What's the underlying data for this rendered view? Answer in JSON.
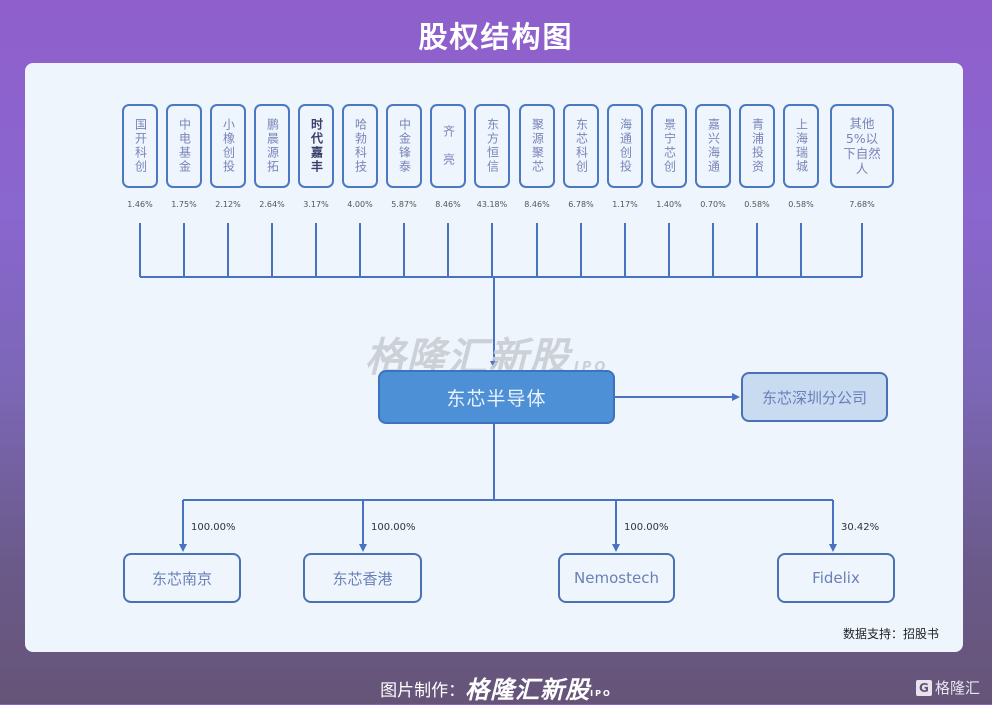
{
  "title": "股权结构图",
  "shareholders": [
    {
      "name": "国开科创",
      "pct": "1.46%"
    },
    {
      "name": "中电基金",
      "pct": "1.75%"
    },
    {
      "name": "小橡创投",
      "pct": "2.12%"
    },
    {
      "name": "鹏晨源拓",
      "pct": "2.64%"
    },
    {
      "name": "时代嘉丰",
      "pct": "3.17%"
    },
    {
      "name": "哈勃科技",
      "pct": "4.00%"
    },
    {
      "name": "中金锋泰",
      "pct": "5.87%"
    },
    {
      "name": "齐　亮",
      "pct": "8.46%"
    },
    {
      "name": "东方恒信",
      "pct": "43.18%"
    },
    {
      "name": "聚源聚芯",
      "pct": "8.46%"
    },
    {
      "name": "东芯科创",
      "pct": "6.78%"
    },
    {
      "name": "海通创投",
      "pct": "1.17%"
    },
    {
      "name": "景宁芯创",
      "pct": "1.40%"
    },
    {
      "name": "嘉兴海通",
      "pct": "0.70%"
    },
    {
      "name": "青浦投资",
      "pct": "0.58%"
    },
    {
      "name": "上海瑞城",
      "pct": "0.58%"
    },
    {
      "name": "其他5%以下自然人",
      "pct": "7.68%"
    }
  ],
  "company": "东芯半导体",
  "branch": "东芯深圳分公司",
  "subsidiaries": [
    {
      "name": "东芯南京",
      "pct": "100.00%"
    },
    {
      "name": "东芯香港",
      "pct": "100.00%"
    },
    {
      "name": "Nemostech",
      "pct": "100.00%"
    },
    {
      "name": "Fidelix",
      "pct": "30.42%"
    }
  ],
  "watermark": {
    "text": "格隆汇新股",
    "suffix": "IPO"
  },
  "source": "数据支持：招股书",
  "footer": {
    "label": "图片制作：",
    "brand": "格隆汇新股",
    "suffix": "IPO"
  },
  "corner_logo": {
    "mark": "G",
    "text": "格隆汇"
  },
  "colors": {
    "line": "#4a72c2",
    "main_box": "#4e90d6",
    "branch_box": "#c9dbf1",
    "panel": "#eef5fd"
  }
}
